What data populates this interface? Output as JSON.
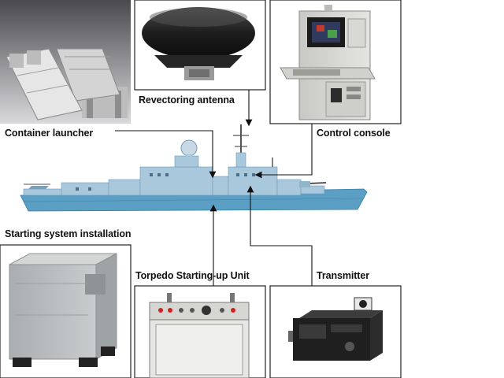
{
  "labels": {
    "container_launcher": "Container launcher",
    "revectoring_antenna": "Revectoring antenna",
    "control_console": "Control console",
    "starting_system": "Starting system installation",
    "torpedo_unit": "Torpedo Starting-up Unit",
    "transmitter": "Transmitter"
  },
  "icons": {
    "container_launcher": "missile-container-launcher-icon",
    "revectoring_antenna": "radar-dome-antenna-icon",
    "control_console": "control-console-computer-icon",
    "starting_system": "equipment-cabinet-icon",
    "torpedo_unit": "control-panel-cabinet-icon",
    "transmitter": "radio-transmitter-icon",
    "ship": "frigate-ship-icon"
  },
  "colors": {
    "ship_hull": "#5b9fc4",
    "ship_superstructure": "#a9c8dc",
    "frame": "#222222",
    "label_text": "#111111"
  }
}
